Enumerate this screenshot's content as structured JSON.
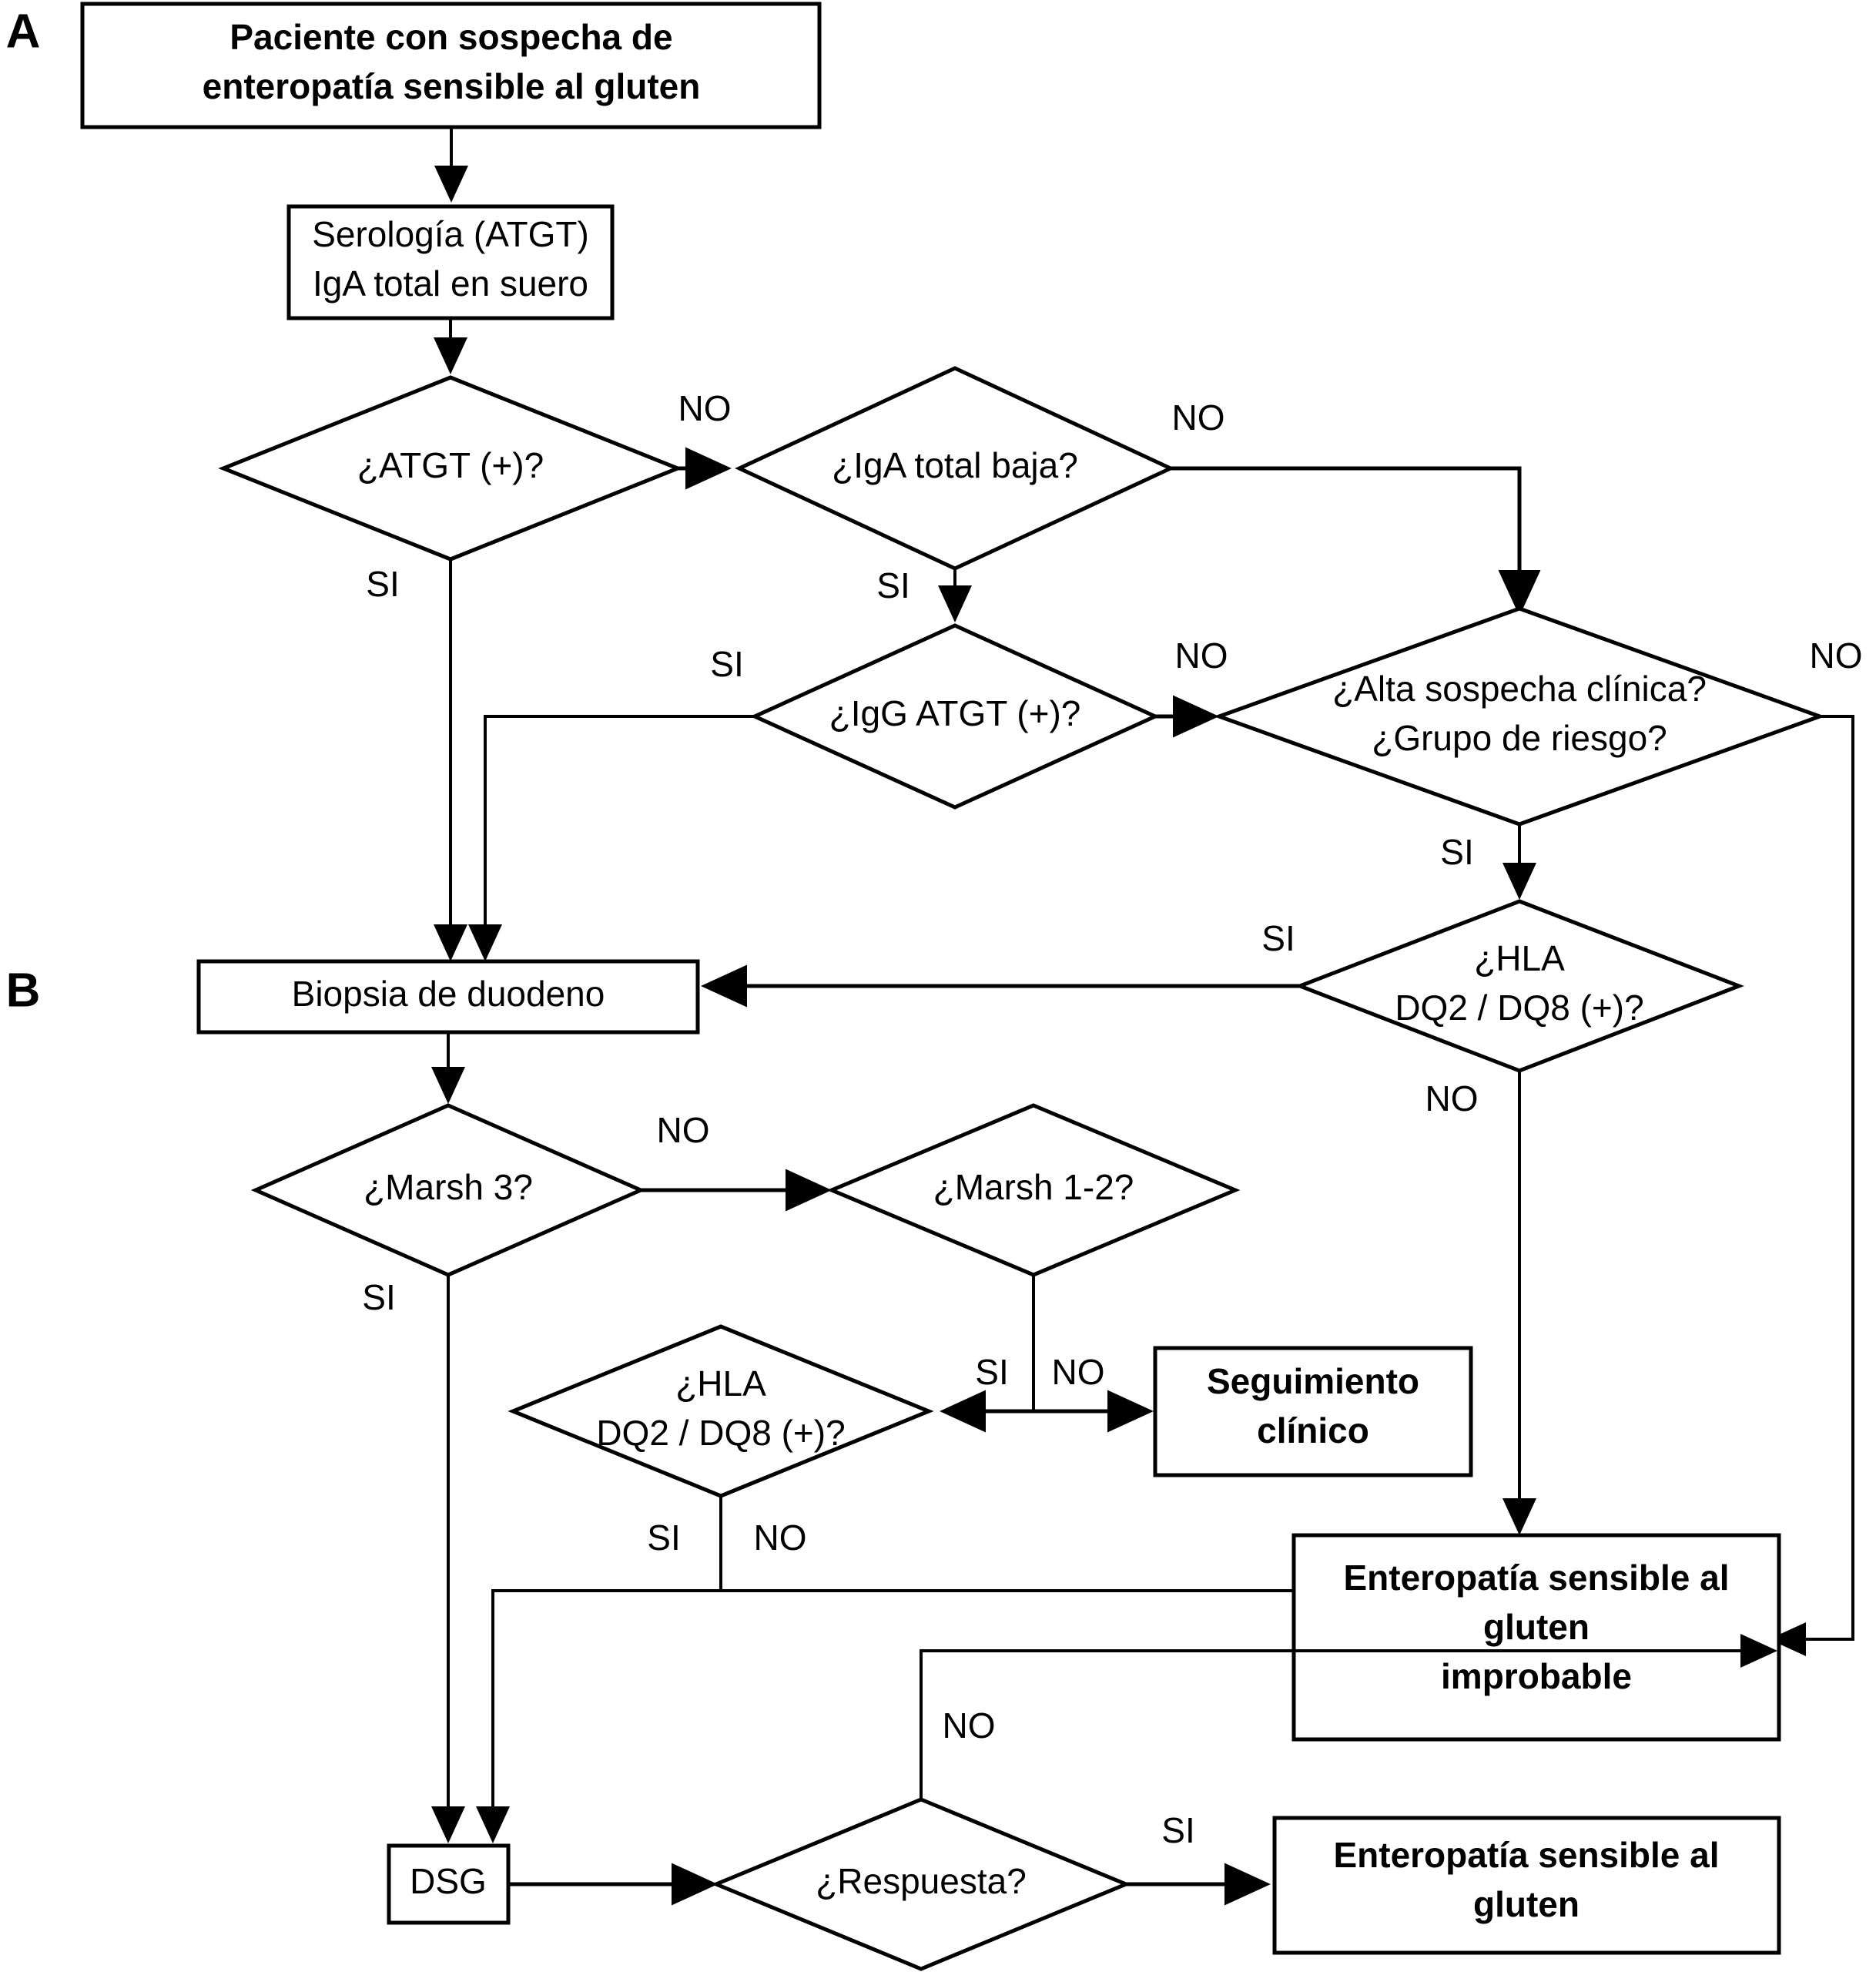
{
  "figure": {
    "panels": [
      {
        "id": "A",
        "label": "A"
      },
      {
        "id": "B",
        "label": "B"
      }
    ],
    "colors": {
      "stroke": "#000000",
      "fill": "#ffffff",
      "text": "#000000"
    }
  },
  "nodes": {
    "start": {
      "label": "Paciente con sospecha de\nenteropatía sensible al gluten",
      "line1": "Paciente con sospecha de",
      "line2": "enteropatía sensible al gluten",
      "shape": "rect",
      "bold": true
    },
    "serologia": {
      "line1": "Serología (ATGT)",
      "line2": "IgA total en suero",
      "shape": "rect",
      "bold": false
    },
    "atgt": {
      "line1": "¿ATGT (+)?",
      "shape": "diamond"
    },
    "iga_baja": {
      "line1": "¿IgA total baja?",
      "shape": "diamond"
    },
    "igg_atgt": {
      "line1": "¿IgG ATGT (+)?",
      "shape": "diamond"
    },
    "sospecha": {
      "line1": "¿Alta sospecha clínica?",
      "line2": "¿Grupo de riesgo?",
      "shape": "diamond"
    },
    "hla_top": {
      "line1": "¿HLA",
      "line2": "DQ2 / DQ8 (+)?",
      "shape": "diamond"
    },
    "biopsia": {
      "line1": "Biopsia de duodeno",
      "shape": "rect",
      "bold": false
    },
    "marsh3": {
      "line1": "¿Marsh 3?",
      "shape": "diamond"
    },
    "marsh12": {
      "line1": "¿Marsh 1-2?",
      "shape": "diamond"
    },
    "hla_bottom": {
      "line1": "¿HLA",
      "line2": "DQ2 / DQ8 (+)?",
      "shape": "diamond"
    },
    "seguimiento": {
      "line1": "Seguimiento",
      "line2": "clínico",
      "shape": "rect",
      "bold": true
    },
    "improbable": {
      "line1": "Enteropatía sensible al",
      "line2": "gluten",
      "line3": "improbable",
      "shape": "rect",
      "bold": true
    },
    "dsg": {
      "line1": "DSG",
      "shape": "rect",
      "bold": false
    },
    "respuesta": {
      "line1": "¿Respuesta?",
      "shape": "diamond"
    },
    "final": {
      "line1": "Enteropatía sensible al",
      "line2": "gluten",
      "shape": "rect",
      "bold": true
    }
  },
  "edge_labels": {
    "atgt_no": "NO",
    "atgt_si": "SI",
    "iga_no": "NO",
    "iga_si": "SI",
    "igg_si": "SI",
    "igg_no": "NO",
    "sospecha_no": "NO",
    "sospecha_si": "SI",
    "hla_top_si": "SI",
    "hla_top_no": "NO",
    "marsh3_no": "NO",
    "marsh3_si": "SI",
    "marsh12_si": "SI",
    "marsh12_no": "NO",
    "hla_bottom_si": "SI",
    "hla_bottom_no": "NO",
    "respuesta_no": "NO",
    "respuesta_si": "SI"
  }
}
